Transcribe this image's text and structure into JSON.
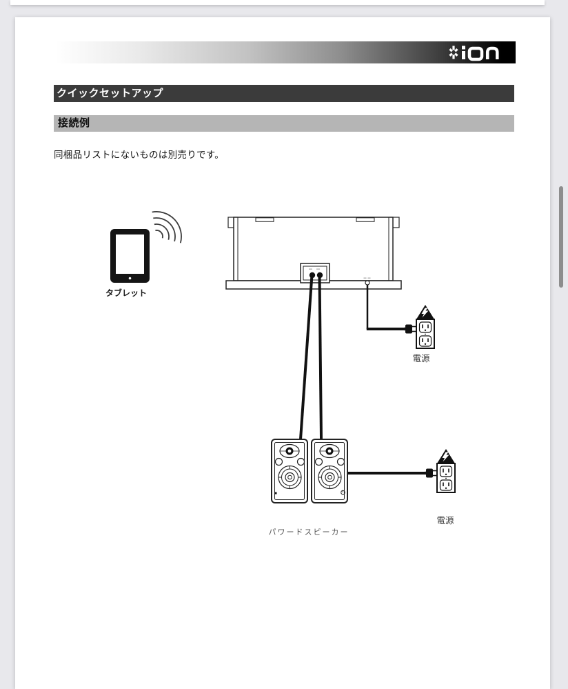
{
  "viewer": {
    "scrollbar_visible": true
  },
  "document": {
    "brand": {
      "logo_name": "ion",
      "logo_icon": "asterisk-star-icon"
    },
    "section_header": "クイックセットアップ",
    "subsection_header": "接続例",
    "intro_text": "同梱品リストにないものは別売りです。",
    "diagram": {
      "tablet_label": "タブレット",
      "power_label_top": "電源",
      "power_label_bottom": "電源",
      "speakers_label": "パワードスピーカー",
      "icons": [
        "tablet-icon",
        "wireless-waves-icon",
        "main-unit-top-view",
        "speaker-cables",
        "power-cable",
        "power-plug-icon",
        "power-outlet-icon",
        "warning-lightning-triangle-icon",
        "powered-speaker-icon"
      ]
    },
    "colors": {
      "section_bar_bg": "#3b3b3b",
      "subsection_bar_bg": "#b5b5b5",
      "page_bg": "#ffffff",
      "app_bg": "#e8e8ec",
      "line_art": "#1a1a1a"
    }
  }
}
